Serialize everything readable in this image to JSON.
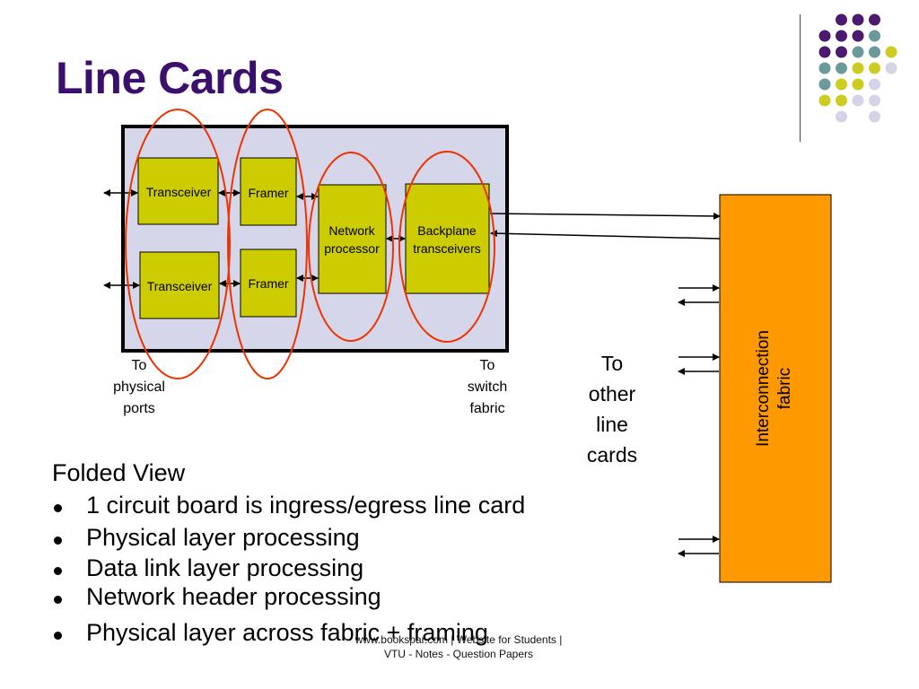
{
  "slide": {
    "title": "Line Cards",
    "footer_line1": "www.bookspar.com | Website for Students |",
    "footer_line2": "VTU - Notes - Question Papers"
  },
  "diagram": {
    "components": {
      "transceiver_top": "Transceiver",
      "transceiver_bottom": "Transceiver",
      "framer_top": "Framer",
      "framer_bottom": "Framer",
      "network_processor_line1": "Network",
      "network_processor_line2": "processor",
      "backplane_line1": "Backplane",
      "backplane_line2": "transceivers"
    },
    "fabric_label_line1": "Interconnection",
    "fabric_label_line2": "fabric",
    "physical_ports_label": [
      "To",
      "physical",
      "ports"
    ],
    "switch_fabric_label": [
      "To",
      "switch",
      "fabric"
    ],
    "other_cards_label": [
      "To",
      "other",
      "line",
      "cards"
    ],
    "colors": {
      "board_fill": "#d6d6ea",
      "chip_fill": "#cccc00",
      "fabric_fill": "#ff9900",
      "ellipse_stroke": "#ee3300",
      "title_color": "#3b0f6e",
      "dot_purple": "#4a1a6e",
      "dot_teal": "#6b9a9a",
      "dot_yellow": "#cccc22",
      "dot_lavender": "#d4d4e6"
    }
  },
  "bullets": {
    "heading": "Folded View",
    "items": [
      "1 circuit board is ingress/egress line card",
      "Physical layer processing",
      "Data link layer processing",
      "Network header processing",
      "Physical layer across fabric + framing"
    ]
  }
}
